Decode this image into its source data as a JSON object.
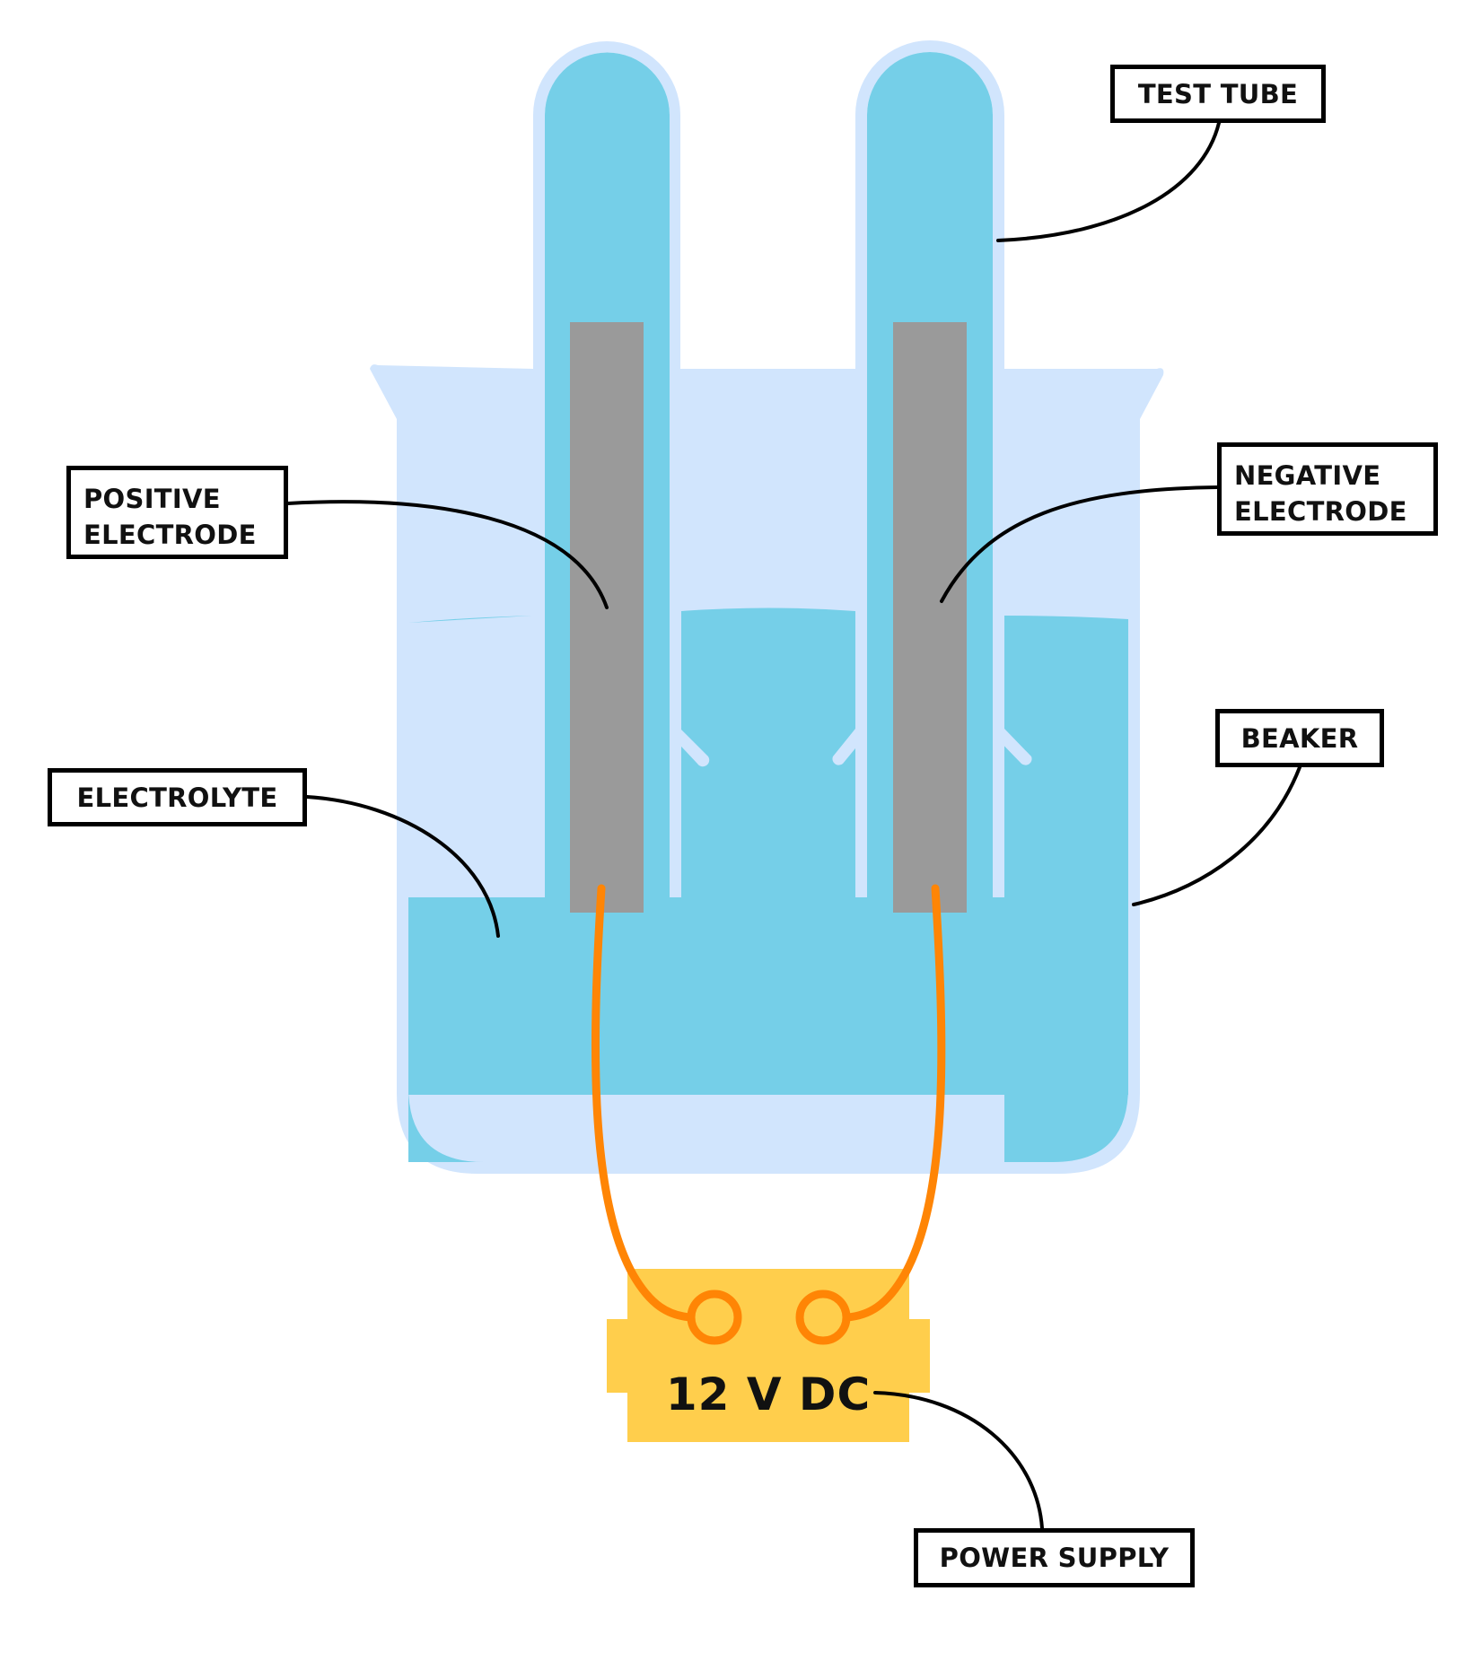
{
  "diagram": {
    "title": "Electrolysis apparatus",
    "labels": {
      "test_tube": "TEST TUBE",
      "positive_electrode": [
        "POSITIVE",
        "ELECTRODE"
      ],
      "negative_electrode": [
        "NEGATIVE",
        "ELECTRODE"
      ],
      "electrolyte": "ELECTROLYTE",
      "beaker": "BEAKER",
      "power_supply": "POWER SUPPLY"
    },
    "power_supply_display": "12 V DC",
    "colors": {
      "glass": "#D1E5FD",
      "liquid": "#75CFE8",
      "electrode": "#9A9A9A",
      "wire": "#FF8505",
      "power_supply": "#FFCE4C",
      "leader_line": "#000000",
      "label_border": "#000000"
    }
  }
}
